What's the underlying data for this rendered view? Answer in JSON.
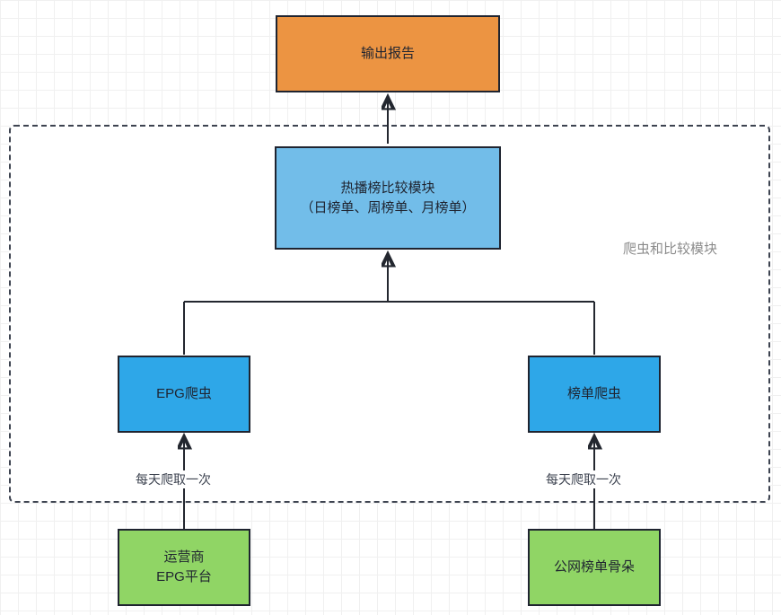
{
  "diagram": {
    "title_label": "爬虫和比较模块",
    "colors": {
      "report": "#ec9442",
      "compare_module": "#72bde9",
      "crawler": "#2ea7e8",
      "source": "#90d565",
      "border": "#1f2430",
      "group_border": "#3d4350",
      "group_label_text": "#8c8c8c",
      "grid_minor": "#f0f0f0",
      "grid_major": "#e6e6e6",
      "canvas": "#ffffff"
    },
    "nodes": {
      "report": {
        "label": "输出报告"
      },
      "compare_module": {
        "label": "热播榜比较模块\n（日榜单、周榜单、月榜单）"
      },
      "epg_crawler": {
        "label": "EPG爬虫"
      },
      "rank_crawler": {
        "label": "榜单爬虫"
      },
      "operator_epg": {
        "label": "运营商\nEPG平台"
      },
      "public_rank": {
        "label": "公网榜单骨朵"
      }
    },
    "edges": {
      "epg_source_to_crawler_label": "每天爬取一次",
      "rank_source_to_crawler_label": "每天爬取一次"
    }
  }
}
